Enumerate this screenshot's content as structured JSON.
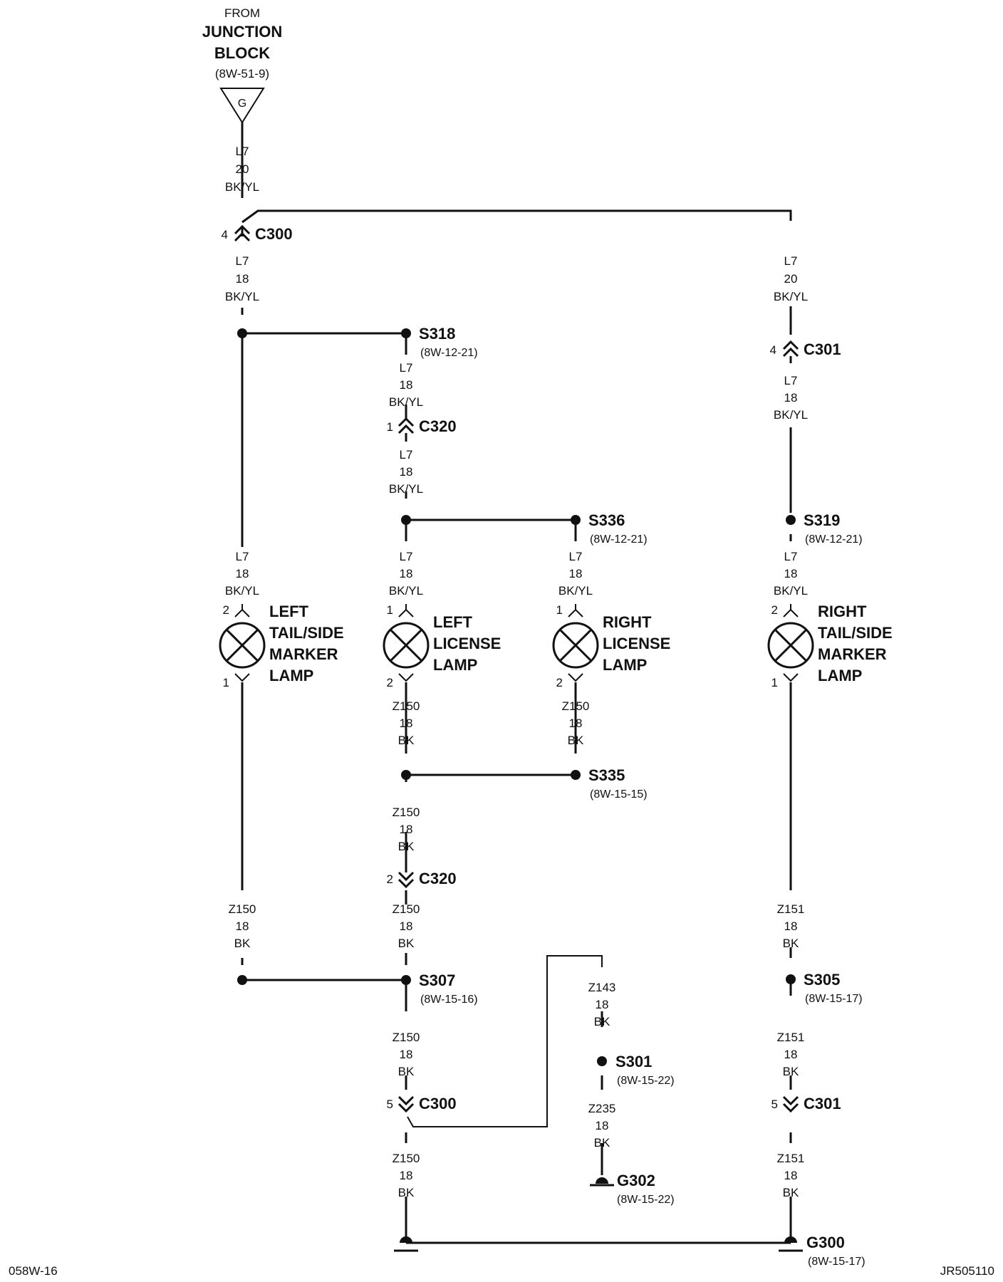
{
  "source": {
    "from": "FROM",
    "line1": "JUNCTION",
    "line2": "BLOCK",
    "ref": "(8W-51-9)",
    "pin": "G"
  },
  "connectors": {
    "c300_top": {
      "pin": "4",
      "name": "C300"
    },
    "c301_top": {
      "pin": "4",
      "name": "C301"
    },
    "c320_top": {
      "pin": "1",
      "name": "C320"
    },
    "c320_bot": {
      "pin": "2",
      "name": "C320"
    },
    "c300_bot": {
      "pin": "5",
      "name": "C300"
    },
    "c301_bot": {
      "pin": "5",
      "name": "C301"
    }
  },
  "splices": {
    "s318": {
      "name": "S318",
      "ref": "(8W-12-21)"
    },
    "s336": {
      "name": "S336",
      "ref": "(8W-12-21)"
    },
    "s319": {
      "name": "S319",
      "ref": "(8W-12-21)"
    },
    "s335": {
      "name": "S335",
      "ref": "(8W-15-15)"
    },
    "s307": {
      "name": "S307",
      "ref": "(8W-15-16)"
    },
    "s305": {
      "name": "S305",
      "ref": "(8W-15-17)"
    },
    "s301": {
      "name": "S301",
      "ref": "(8W-15-22)"
    }
  },
  "grounds": {
    "g302": {
      "name": "G302",
      "ref": "(8W-15-22)"
    },
    "g300": {
      "name": "G300",
      "ref": "(8W-15-17)"
    }
  },
  "lamps": {
    "left_tail": {
      "lines": [
        "LEFT",
        "TAIL/SIDE",
        "MARKER",
        "LAMP"
      ],
      "pin_top": "2",
      "pin_bot": "1"
    },
    "left_license": {
      "lines": [
        "LEFT",
        "LICENSE",
        "LAMP"
      ],
      "pin_top": "1",
      "pin_bot": "2"
    },
    "right_license": {
      "lines": [
        "RIGHT",
        "LICENSE",
        "LAMP"
      ],
      "pin_top": "1",
      "pin_bot": "2"
    },
    "right_tail": {
      "lines": [
        "RIGHT",
        "TAIL/SIDE",
        "MARKER",
        "LAMP"
      ],
      "pin_top": "2",
      "pin_bot": "1"
    }
  },
  "wires": {
    "w1": [
      "L7",
      "20",
      "BK/YL"
    ],
    "w2": [
      "L7",
      "18",
      "BK/YL"
    ],
    "w3": [
      "L7",
      "20",
      "BK/YL"
    ],
    "w4": [
      "L7",
      "18",
      "BK/YL"
    ],
    "w5": [
      "L7",
      "18",
      "BK/YL"
    ],
    "w6": [
      "L7",
      "18",
      "BK/YL"
    ],
    "w7": [
      "L7",
      "18",
      "BK/YL"
    ],
    "w8": [
      "L7",
      "18",
      "BK/YL"
    ],
    "w9": [
      "L7",
      "18",
      "BK/YL"
    ],
    "w10": [
      "L7",
      "18",
      "BK/YL"
    ],
    "w11": [
      "Z150",
      "18",
      "BK"
    ],
    "w12": [
      "Z150",
      "18",
      "BK"
    ],
    "w13": [
      "Z150",
      "18",
      "BK"
    ],
    "w14": [
      "Z150",
      "18",
      "BK"
    ],
    "w15": [
      "Z150",
      "18",
      "BK"
    ],
    "w16": [
      "Z150",
      "18",
      "BK"
    ],
    "w17": [
      "Z150",
      "18",
      "BK"
    ],
    "w18": [
      "Z143",
      "18",
      "BK"
    ],
    "w19": [
      "Z235",
      "18",
      "BK"
    ],
    "w20": [
      "Z151",
      "18",
      "BK"
    ],
    "w21": [
      "Z151",
      "18",
      "BK"
    ],
    "w22": [
      "Z151",
      "18",
      "BK"
    ]
  },
  "footer": {
    "left": "058W-16",
    "right": "JR505110"
  }
}
